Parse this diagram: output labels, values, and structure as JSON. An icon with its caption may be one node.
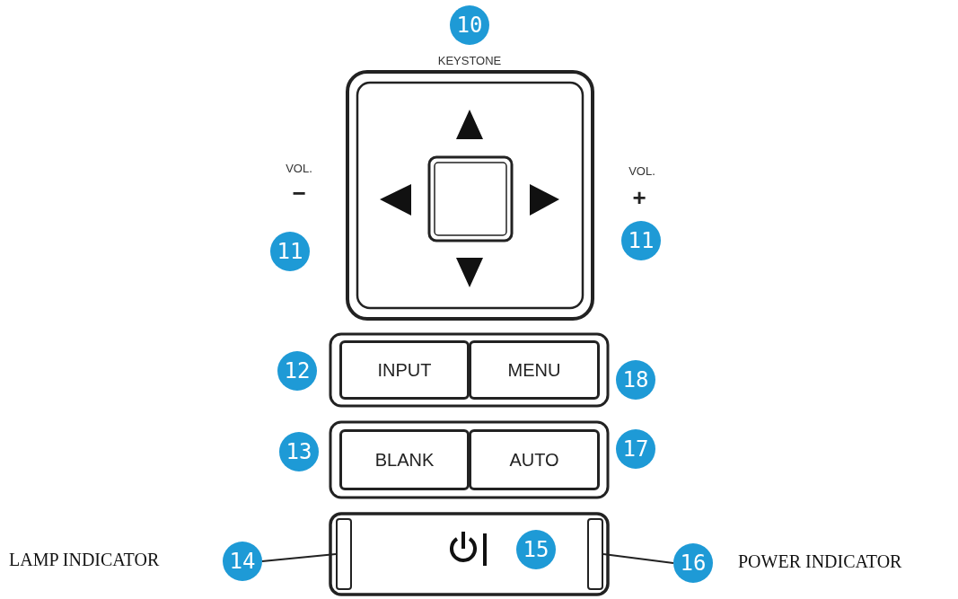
{
  "diagram": {
    "nodes": [
      {
        "text": [
          "10"
        ],
        "beside": [
          "KEYSTONE"
        ]
      },
      {
        "text": [
          "11"
        ],
        "beside": [
          "VOL.",
          "−"
        ]
      },
      {
        "text": [
          "11"
        ],
        "beside": [
          "VOL.",
          "+"
        ]
      },
      {
        "text": [
          "12"
        ]
      },
      {
        "text": [
          "INPUT"
        ]
      },
      {
        "text": [
          "MENU"
        ]
      },
      {
        "text": [
          "18"
        ]
      },
      {
        "text": [
          "13"
        ]
      },
      {
        "text": [
          "BLANK"
        ]
      },
      {
        "text": [
          "AUTO"
        ]
      },
      {
        "text": [
          "17"
        ]
      },
      {
        "text": [
          "14"
        ],
        "beside": [
          "LAMP INDICATOR"
        ]
      },
      {
        "text": [],
        "shape": "bar"
      },
      {
        "text": [
          "15"
        ]
      },
      {
        "text": [],
        "shape": "bar"
      },
      {
        "text": [
          "16"
        ],
        "beside": [
          "POWER INDICATOR"
        ]
      }
    ],
    "edges": [
      {
        "from": 11,
        "to": 12,
        "arrow": "none"
      },
      {
        "from": 15,
        "to": 14,
        "arrow": "none"
      }
    ]
  }
}
